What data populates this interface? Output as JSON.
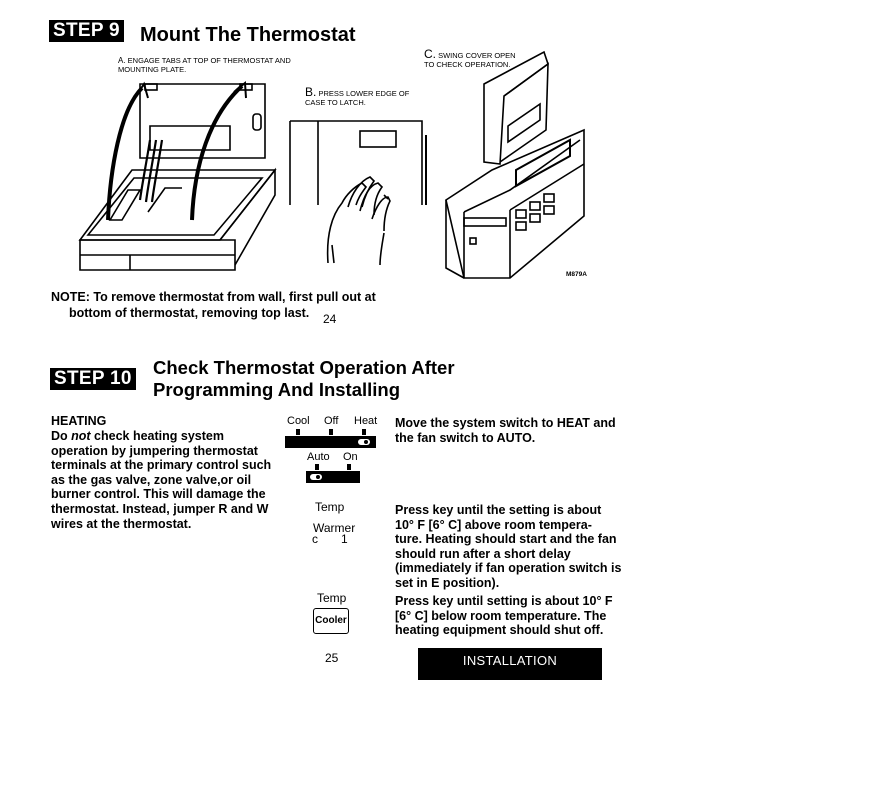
{
  "step9": {
    "badge": "STEP 9",
    "title": "Mount The Thermostat",
    "caption_a_letter": "A.",
    "caption_a": "ENGAGE TABS AT TOP OF THERMOSTAT AND MOUNTING PLATE.",
    "caption_b_letter": "B.",
    "caption_b": "PRESS LOWER EDGE OF CASE TO LATCH.",
    "caption_c_letter": "C.",
    "caption_c": "SWING COVER OPEN TO CHECK OPERATION.",
    "figure_code": "M879A",
    "note_line1": "NOTE: To remove thermostat from wall, first pull out at",
    "note_line2": "bottom of thermostat, removing top last.",
    "page_number": "24"
  },
  "step10": {
    "badge": "STEP 10",
    "title_line1": "Check Thermostat Operation After",
    "title_line2": "Programming And Installing",
    "heading": "HEATING",
    "warning_lines": [
      "Do not check heating system",
      "operation by jumpering thermostat",
      "terminals at the primary control such",
      "as the gas valve, zone valve,or oil",
      "burner control. This will damage the",
      "thermostat. Instead, jumper R and W",
      "wires at the thermostat."
    ],
    "warning_prefix": "Do ",
    "warning_emphasis": "not",
    "warning_rest_line1": " check heating system",
    "system_switch": {
      "labels": [
        "Cool",
        "Off",
        "Heat"
      ],
      "selected": "Heat"
    },
    "fan_switch": {
      "labels": [
        "Auto",
        "On"
      ],
      "selected": "Auto"
    },
    "instruction1_lines": [
      "Move the system switch to HEAT and",
      "the fan switch to AUTO."
    ],
    "temp_label_1": "Temp",
    "warmer_label": "Warmer",
    "warmer_sub_left": "c",
    "warmer_sub_right": "1",
    "instruction2_lines": [
      "Press key until the setting is about",
      "10° F [6° C] above room tempera-",
      "ture. Heating should start and the fan",
      "should run after a short delay",
      "(immediately if fan operation switch is",
      "set in E position)."
    ],
    "temp_label_2": "Temp",
    "cooler_key_label": "Cooler",
    "instruction3_lines": [
      "Press key until setting is about 10° F",
      "[6° C] below room temperature. The",
      "heating equipment should shut off."
    ],
    "page_number": "25",
    "section_label": "INSTALLATION"
  }
}
